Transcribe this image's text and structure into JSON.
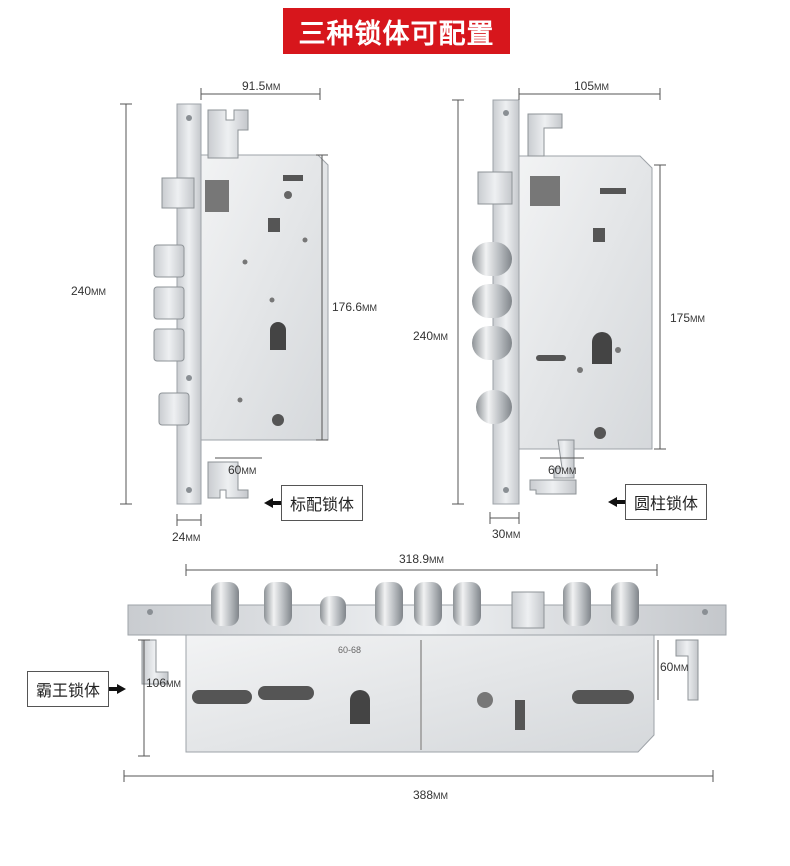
{
  "banner": {
    "title": "三种锁体可配置"
  },
  "locks": [
    {
      "name": "标配锁体",
      "dims": {
        "width": "91.5",
        "total_height": "240",
        "case_height": "176.6",
        "bolt_spacing": "60",
        "faceplate": "24"
      }
    },
    {
      "name": "圆柱锁体",
      "dims": {
        "width": "105",
        "total_height": "240",
        "case_height": "175",
        "bolt_spacing": "60",
        "faceplate": "30"
      }
    },
    {
      "name": "霸王锁体",
      "dims": {
        "width": "318.9",
        "height": "106",
        "bolt_spacing": "60",
        "total_length": "388"
      },
      "stamp": "60-68"
    }
  ],
  "unit": "MM",
  "colors": {
    "banner": "#d7161c",
    "steel": "#d6d8db",
    "steel_dark": "#9ea3a8",
    "ink": "#333333"
  }
}
